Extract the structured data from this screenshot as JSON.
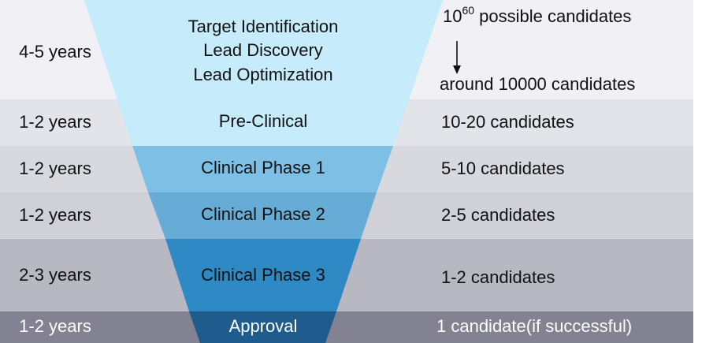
{
  "colors": {
    "band_top": "#f0f0f5",
    "band_preclinical": "#e3e3ea",
    "band_phase1": "#d8d8df",
    "band_phase2": "#d0d0d8",
    "band_phase3": "#b8b8c3",
    "band_approval": "#828292",
    "funnel_top": "#c6ebfa",
    "funnel_mid_1": "#7ebfe5",
    "funnel_mid_2": "#67acd7",
    "funnel_mid_3": "#2f89c4",
    "funnel_bottom": "#1f5c8d",
    "text_dark": "#111111",
    "text_light": "#ffffff"
  },
  "icons": {
    "arrow": "down-arrow-icon"
  },
  "rows": [
    {
      "duration": "4-5 years",
      "stage_lines": [
        "Target Identification",
        "Lead Discovery",
        "Lead Optimization"
      ],
      "count_top_base": "10",
      "count_top_exp": "60",
      "count_top_suffix": " possible candidates",
      "count_bottom": "around 10000 candidates"
    },
    {
      "duration": "1-2 years",
      "stage": "Pre-Clinical",
      "count": "10-20 candidates"
    },
    {
      "duration": "1-2 years",
      "stage": "Clinical Phase 1",
      "count": "5-10 candidates"
    },
    {
      "duration": "1-2 years",
      "stage": "Clinical Phase 2",
      "count": "2-5 candidates"
    },
    {
      "duration": "2-3 years",
      "stage": "Clinical Phase 3",
      "count": "1-2 candidates"
    },
    {
      "duration": "1-2 years",
      "stage": "Approval",
      "count": "1 candidate(if successful)"
    }
  ]
}
